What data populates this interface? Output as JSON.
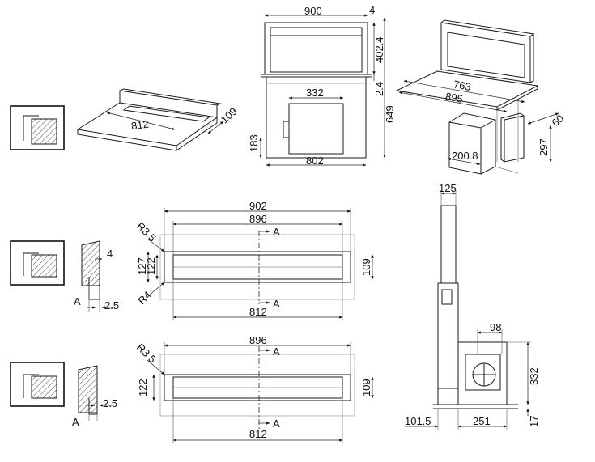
{
  "dimensions": {
    "top_900": "900",
    "top_4": "4",
    "top_402_4": "402.4",
    "top_2_4": "2.4",
    "top_649": "649",
    "top_332": "332",
    "top_183": "183",
    "top_802": "802",
    "counter_812": "812",
    "counter_109": "109",
    "persp_763": "763",
    "persp_895": "895",
    "persp_60": "60",
    "persp_297": "297",
    "persp_200_8": "200.8",
    "mid_902": "902",
    "mid_896": "896",
    "mid_r3_5": "R3.5",
    "mid_r4": "R4",
    "mid_127": "127",
    "mid_122": "122",
    "mid_109": "109",
    "mid_812": "812",
    "mid_section_a_top": "A",
    "mid_section_a_bottom": "A",
    "mid_detail_4": "4",
    "mid_detail_2_5": "2.5",
    "mid_detail_a": "A",
    "bot_896": "896",
    "bot_r3_5": "R3.5",
    "bot_122": "122",
    "bot_109": "109",
    "bot_812": "812",
    "bot_section_a_top": "A",
    "bot_section_a_bottom": "A",
    "bot_detail_2_5": "2.5",
    "bot_detail_a": "A",
    "side_125": "125",
    "side_98": "98",
    "side_332": "332",
    "side_101_5": "101.5",
    "side_251": "251",
    "side_17": "17"
  }
}
